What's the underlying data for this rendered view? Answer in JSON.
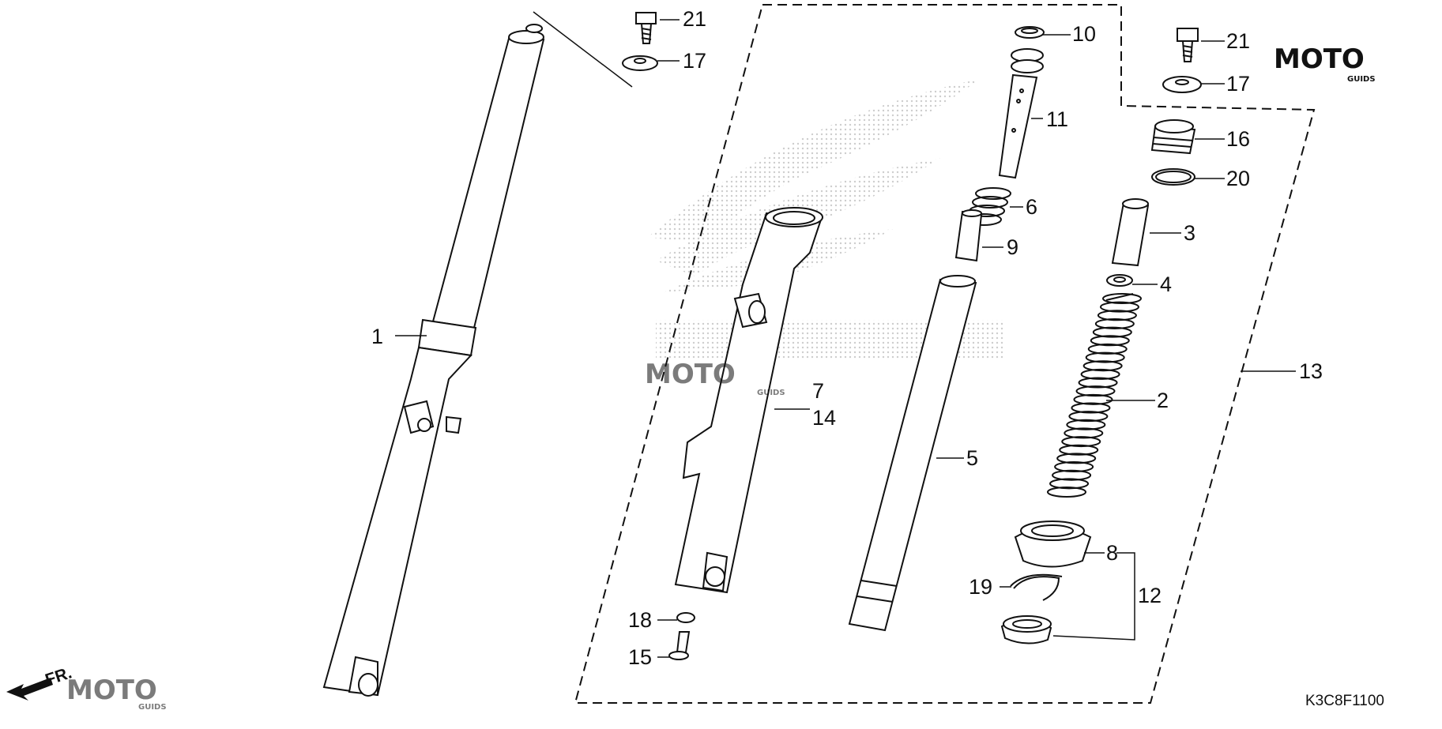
{
  "diagram": {
    "code": "K3C8F1100",
    "direction_label": "FR.",
    "watermark_text": "MOTO",
    "watermark_sub": "GUIDS",
    "parts": {
      "p1": "1",
      "p2": "2",
      "p3": "3",
      "p4": "4",
      "p5": "5",
      "p6": "6",
      "p7": "7",
      "p8": "8",
      "p9": "9",
      "p10": "10",
      "p11": "11",
      "p12": "12",
      "p13": "13",
      "p14": "14",
      "p15": "15",
      "p16": "16",
      "p17a": "17",
      "p17b": "17",
      "p18": "18",
      "p19": "19",
      "p20": "20",
      "p21a": "21",
      "p21b": "21"
    }
  },
  "colors": {
    "line": "#111111",
    "watermark_red": "#d32f2f",
    "watermark_blue": "#3a4fb0",
    "logo_dots": "#b8b8b8"
  }
}
